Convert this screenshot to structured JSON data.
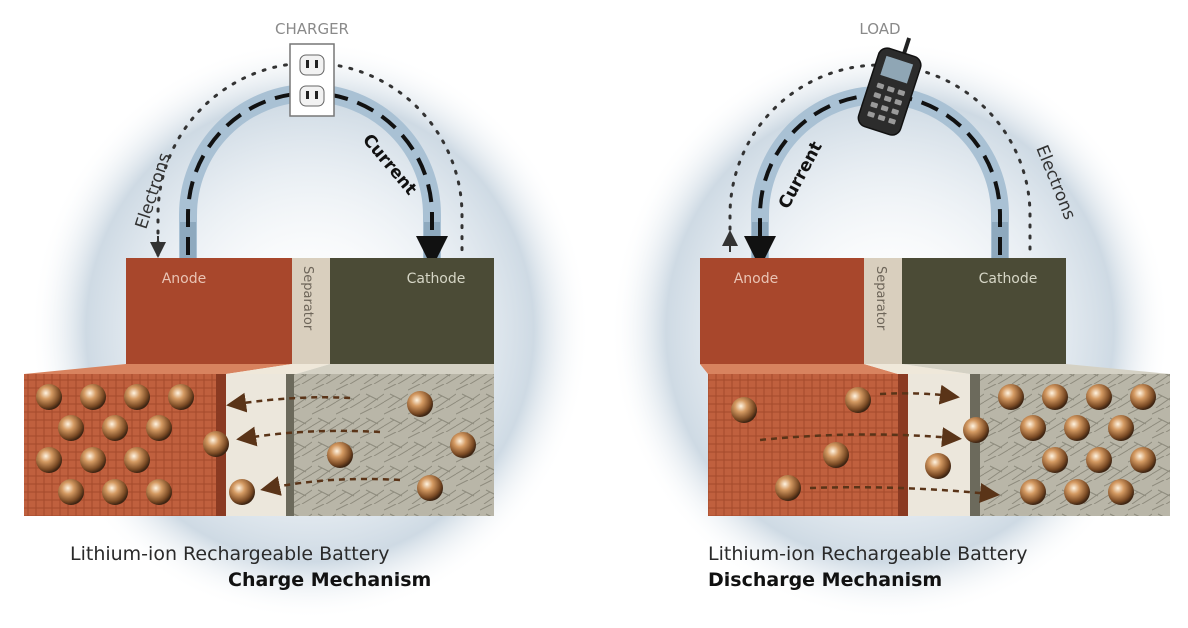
{
  "colors": {
    "anode": "#a8472c",
    "cathode": "#4b4b36",
    "separator": "#d9cfbe",
    "wire": "#a9c1d4",
    "ion": "#b07a4a",
    "glow": "#cdd8e2"
  },
  "left_panel": {
    "source_label": "CHARGER",
    "source_icon": "power-outlet-icon",
    "electrons_label": "Electrons",
    "current_label": "Current",
    "anode_label": "Anode",
    "separator_label": "Separator",
    "cathode_label": "Cathode",
    "caption_line1": "Lithium-ion Rechargeable Battery",
    "caption_line2": "Charge Mechanism"
  },
  "right_panel": {
    "source_label": "LOAD",
    "source_icon": "cell-phone-icon",
    "electrons_label": "Electrons",
    "current_label": "Current",
    "anode_label": "Anode",
    "separator_label": "Separator",
    "cathode_label": "Cathode",
    "caption_line1": "Lithium-ion Rechargeable Battery",
    "caption_line2": "Discharge Mechanism"
  }
}
